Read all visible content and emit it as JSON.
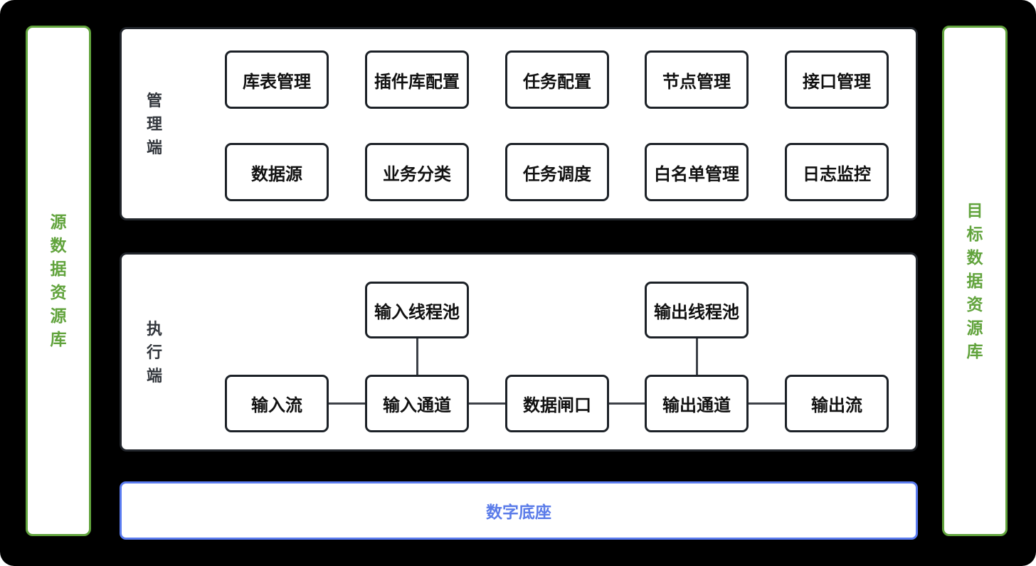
{
  "left_rail": {
    "label": "源数据资源库"
  },
  "right_rail": {
    "label": "目标数据资源库"
  },
  "management_panel": {
    "label": "管理端",
    "row1": [
      "库表管理",
      "插件库配置",
      "任务配置",
      "节点管理",
      "接口管理"
    ],
    "row2": [
      "数据源",
      "业务分类",
      "任务调度",
      "白名单管理",
      "日志监控"
    ]
  },
  "execution_panel": {
    "label": "执行端",
    "input_thread_pool": "输入线程池",
    "output_thread_pool": "输出线程池",
    "flow": [
      "输入流",
      "输入通道",
      "数据闸口",
      "输出通道",
      "输出流"
    ]
  },
  "foundation": {
    "label": "数字底座"
  },
  "colors": {
    "green": "#61a33c",
    "blue_border": "#5b7cf0",
    "blue_text": "#5b7ce9",
    "panel_border": "#22262c",
    "node_border": "#1c2127",
    "connector": "#3d4148",
    "canvas_background": "#000000"
  }
}
